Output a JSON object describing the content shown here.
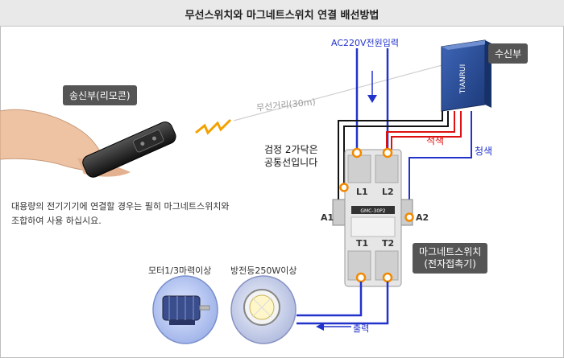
{
  "title": "무선스위치와 마그네트스위치 연결 배선방법",
  "labels": {
    "receiver": "수신부",
    "transmitter": "송신부(리모콘)",
    "ac_input": "AC220V전원입력",
    "distance": "무선거리(30m)",
    "red_wire": "적색",
    "blue_wire": "청색",
    "black_common_line1": "검정 2가닥은",
    "black_common_line2": "공통선입니다",
    "note_line1": "대용량의 전기기기에 연결할 경우는 필히 마그네트스위치와",
    "note_line2": "조합하여 사용 하십시요.",
    "magnet_switch_line1": "마그네트스위치",
    "magnet_switch_line2": "(전자접촉기)",
    "motor": "모터1/3마력이상",
    "floodlight": "방전등250W이상",
    "output": "출력",
    "terminal_l1": "L1",
    "terminal_l2": "L2",
    "terminal_a1": "A1",
    "terminal_a2": "A2",
    "terminal_t1": "T1",
    "terminal_t2": "T2",
    "receiver_brand": "TIANRUI",
    "contactor_model": "GMC-30P2"
  },
  "colors": {
    "blue_wire": "#2233cc",
    "red_wire": "#dd1111",
    "black_wire": "#111111"
  }
}
